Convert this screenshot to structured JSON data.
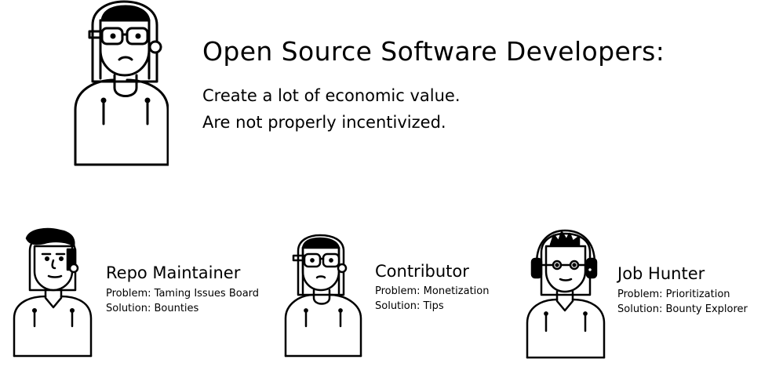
{
  "header": {
    "title": "Open Source Software Developers:",
    "lines": [
      "Create a lot of  economic value.",
      "Are not properly incentivized."
    ]
  },
  "personas": [
    {
      "name": "Repo Maintainer",
      "problem": "Problem: Taming Issues Board",
      "solution": "Solution: Bounties"
    },
    {
      "name": "Contributor",
      "problem": "Problem: Monetization",
      "solution": "Solution: Tips"
    },
    {
      "name": "Job Hunter",
      "problem": "Problem: Prioritization",
      "solution": "Solution: Bounty Explorer"
    }
  ],
  "icons": {
    "main": "developer-avatar-icon",
    "maintainer": "repo-maintainer-avatar-icon",
    "contributor": "contributor-avatar-icon",
    "job_hunter": "job-hunter-avatar-icon"
  }
}
